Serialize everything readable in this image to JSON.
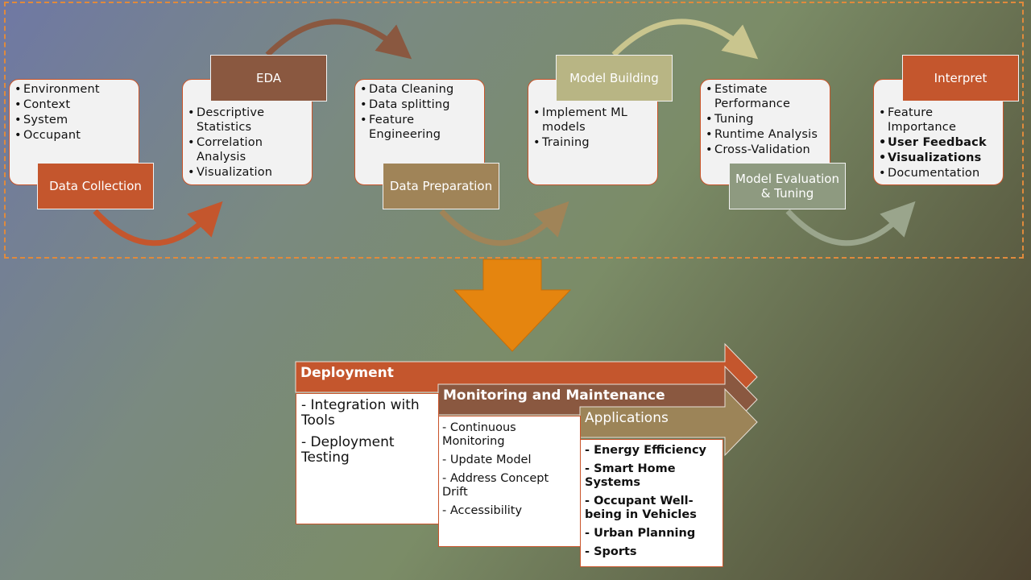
{
  "colors": {
    "orange": "#c4562d",
    "brown": "#8a5840",
    "tan": "#a08458",
    "khaki": "#b8b584",
    "sage": "#8e9a80",
    "big_arrow": "#e5850f",
    "frame": "#e08a3c"
  },
  "stages": [
    {
      "label": "Data Collection",
      "items": [
        {
          "text": "Environment",
          "bold": false
        },
        {
          "text": "Context",
          "bold": false
        },
        {
          "text": "System",
          "bold": false
        },
        {
          "text": "Occupant",
          "bold": false
        }
      ]
    },
    {
      "label": "EDA",
      "items": [
        {
          "text": "Descriptive Statistics",
          "bold": false
        },
        {
          "text": "Correlation Analysis",
          "bold": false
        },
        {
          "text": "Visualization",
          "bold": false
        }
      ]
    },
    {
      "label": "Data Preparation",
      "items": [
        {
          "text": "Data Cleaning",
          "bold": false
        },
        {
          "text": "Data splitting",
          "bold": false
        },
        {
          "text": "Feature Engineering",
          "bold": false
        }
      ]
    },
    {
      "label": "Model Building",
      "items": [
        {
          "text": "Implement ML models",
          "bold": false
        },
        {
          "text": "Training",
          "bold": false
        }
      ]
    },
    {
      "label": "Model Evaluation & Tuning",
      "items": [
        {
          "text": "Estimate Performance",
          "bold": false
        },
        {
          "text": "Tuning",
          "bold": false
        },
        {
          "text": "Runtime Analysis",
          "bold": false
        },
        {
          "text": "Cross-Validation",
          "bold": false
        }
      ]
    },
    {
      "label": "Interpret",
      "items": [
        {
          "text": "Feature Importance",
          "bold": false
        },
        {
          "text": "User Feedback",
          "bold": true
        },
        {
          "text": "Visualizations",
          "bold": true
        },
        {
          "text": "Documentation",
          "bold": false
        }
      ]
    }
  ],
  "deployment": {
    "title": "Deployment",
    "items": [
      "- Integration with Tools",
      "- Deployment Testing"
    ]
  },
  "monitoring": {
    "title": "Monitoring and Maintenance",
    "items": [
      "- Continuous Monitoring",
      "- Update Model",
      "- Address Concept Drift",
      "- Accessibility"
    ]
  },
  "applications": {
    "title": "Applications",
    "items": [
      "- Energy Efficiency",
      "-  Smart Home Systems",
      "- Occupant Well-being in Vehicles",
      "- Urban Planning",
      "- Sports"
    ]
  }
}
